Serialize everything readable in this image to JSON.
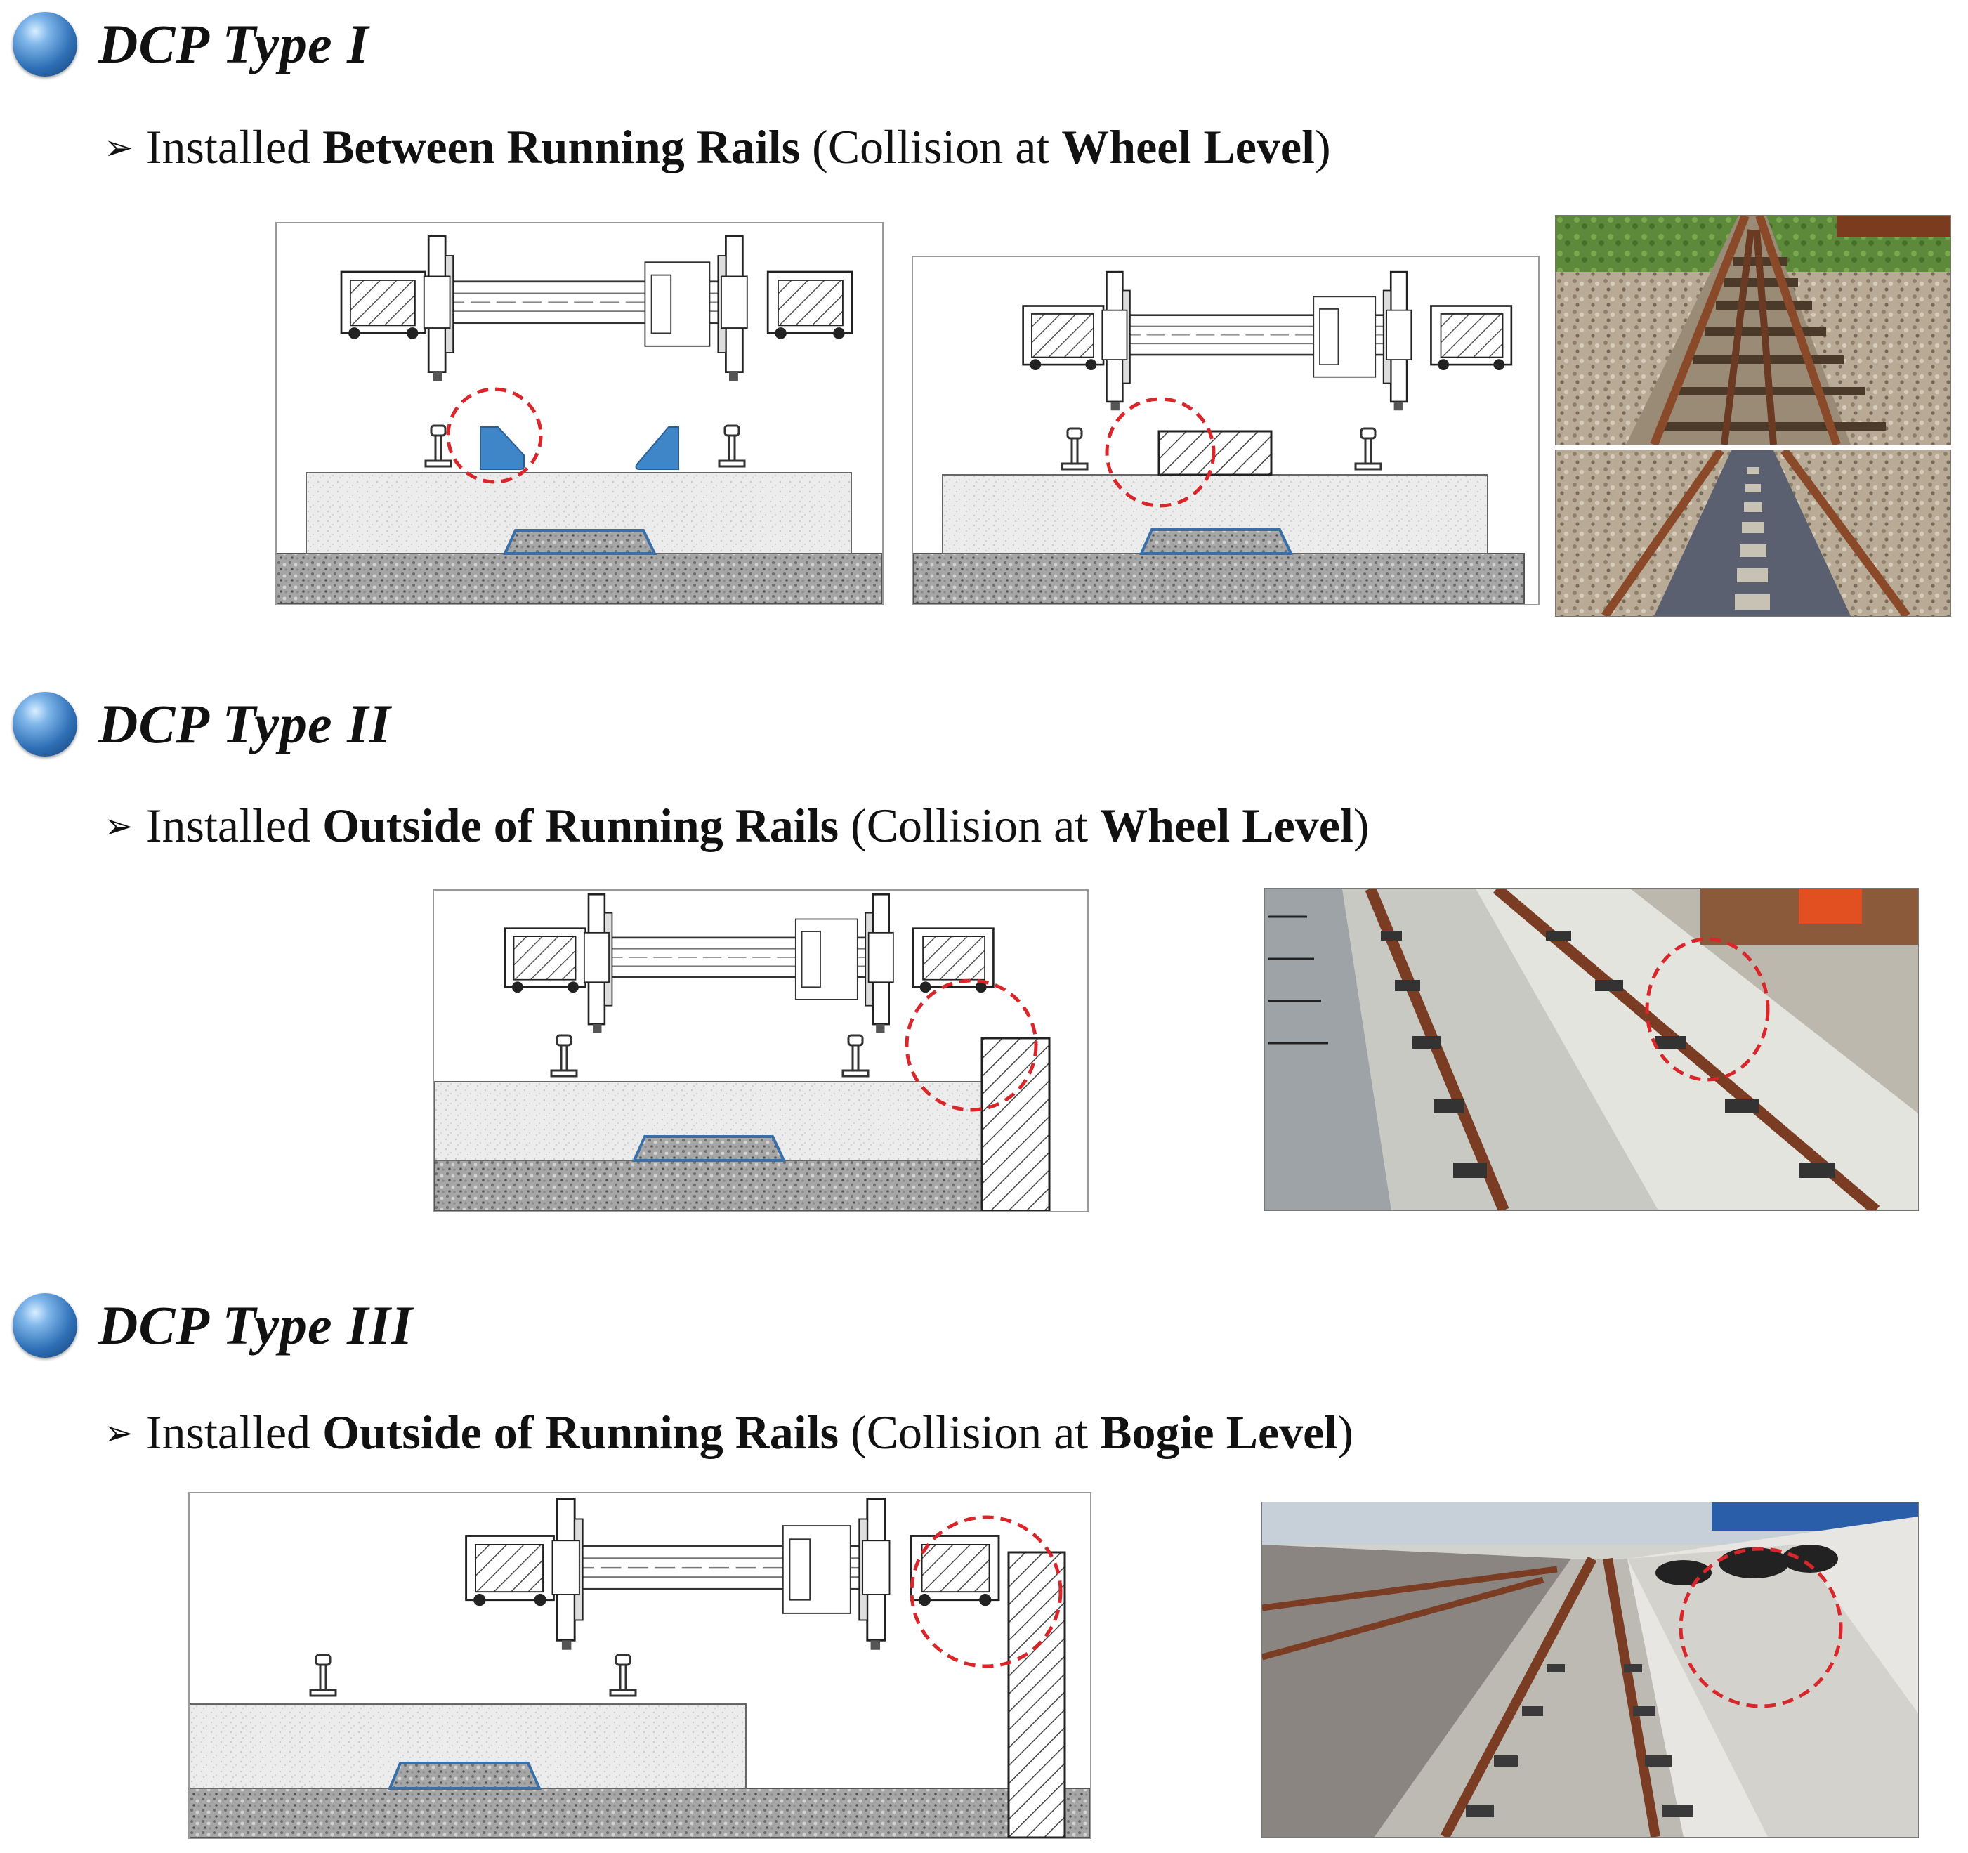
{
  "sections": [
    {
      "title": "DCP Type I",
      "bullet": {
        "prefix": "Installed",
        "location": "Between Running Rails",
        "paren_open": "(Collision at",
        "level": "Wheel Level",
        "paren_close": ")"
      }
    },
    {
      "title": "DCP Type II",
      "bullet": {
        "prefix": "Installed",
        "location": "Outside of Running Rails",
        "paren_open": "(Collision at",
        "level": "Wheel Level",
        "paren_close": ")"
      }
    },
    {
      "title": "DCP Type III",
      "bullet": {
        "prefix": "Installed",
        "location": "Outside of Running Rails",
        "paren_open": "(Collision at",
        "level": "Bogie Level",
        "paren_close": ")"
      }
    }
  ],
  "colors": {
    "collision_circle": "#d9262a",
    "dcp_block_blue": "#3f86c9",
    "rail_rust": "#8a4a2a",
    "slab": "#ececec",
    "subgrade": "#9a9a9a"
  }
}
